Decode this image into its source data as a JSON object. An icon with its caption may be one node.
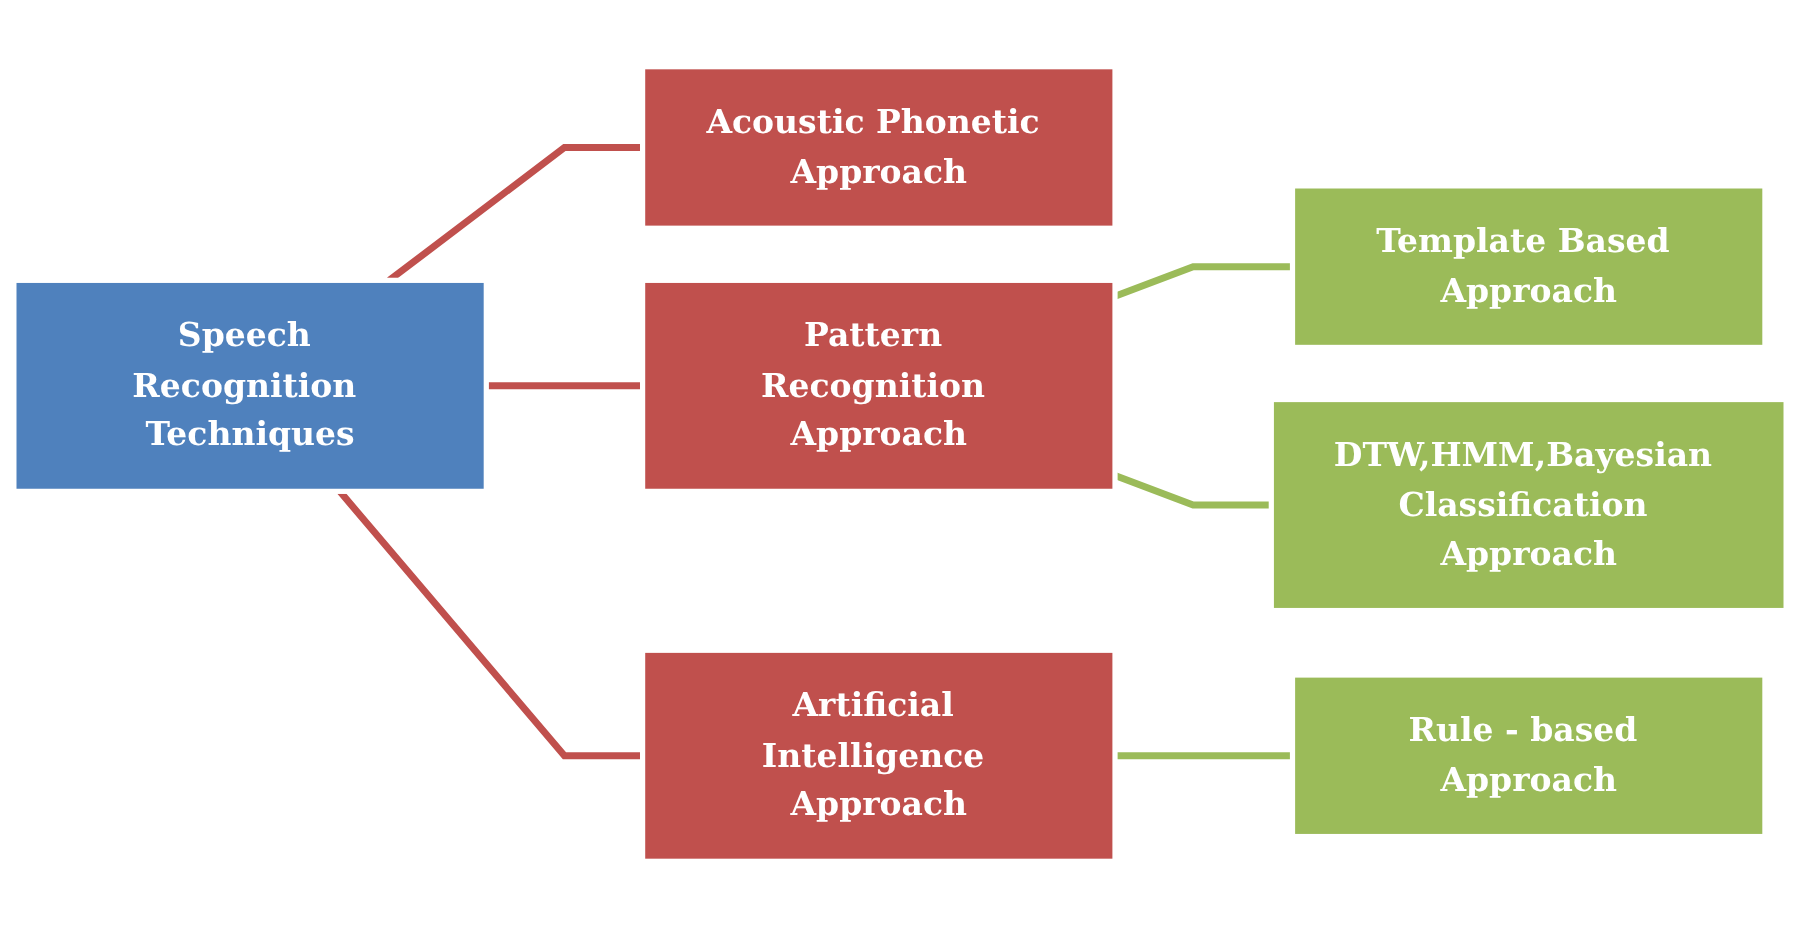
{
  "diagram": {
    "nodes": [
      {
        "text": [
          "Speech Recognition Techniques"
        ]
      },
      {
        "text": [
          "Acoustic Phonetic Approach"
        ]
      },
      {
        "text": [
          "Pattern Recognition Approach"
        ]
      },
      {
        "text": [
          "Artificial Intelligence Approach"
        ]
      },
      {
        "text": [
          "Template Based Approach"
        ]
      },
      {
        "text": [
          "DTW,HMM,Bayesian Classification Approach"
        ]
      },
      {
        "text": [
          "Rule - based Approach"
        ]
      }
    ],
    "edges": [
      {
        "from": 0,
        "to": 1,
        "arrow": "none",
        "color": "#c0504d"
      },
      {
        "from": 0,
        "to": 2,
        "arrow": "none",
        "color": "#c0504d"
      },
      {
        "from": 0,
        "to": 3,
        "arrow": "none",
        "color": "#c0504d"
      },
      {
        "from": 2,
        "to": 4,
        "arrow": "none",
        "color": "#9bbb59"
      },
      {
        "from": 2,
        "to": 5,
        "arrow": "none",
        "color": "#9bbb59"
      },
      {
        "from": 3,
        "to": 6,
        "arrow": "none",
        "color": "#9bbb59"
      }
    ]
  }
}
